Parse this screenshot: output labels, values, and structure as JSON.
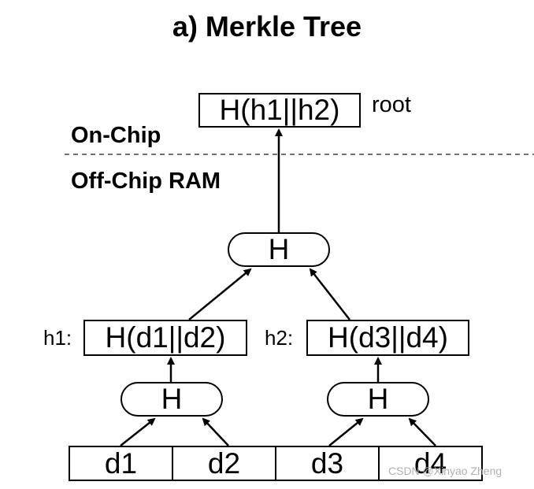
{
  "title": "a) Merkle Tree",
  "regions": {
    "on_chip": "On-Chip",
    "off_chip": "Off-Chip RAM"
  },
  "root": {
    "value": "H(h1||h2)",
    "label": "root"
  },
  "hash_nodes": {
    "top": "H",
    "left": "H",
    "right": "H"
  },
  "intermediate": {
    "h1_label": "h1:",
    "h1_value": "H(d1||d2)",
    "h2_label": "h2:",
    "h2_value": "H(d3||d4)"
  },
  "data_blocks": [
    "d1",
    "d2",
    "d3",
    "d4"
  ],
  "watermark": "CSDN @Xinyao Zheng"
}
